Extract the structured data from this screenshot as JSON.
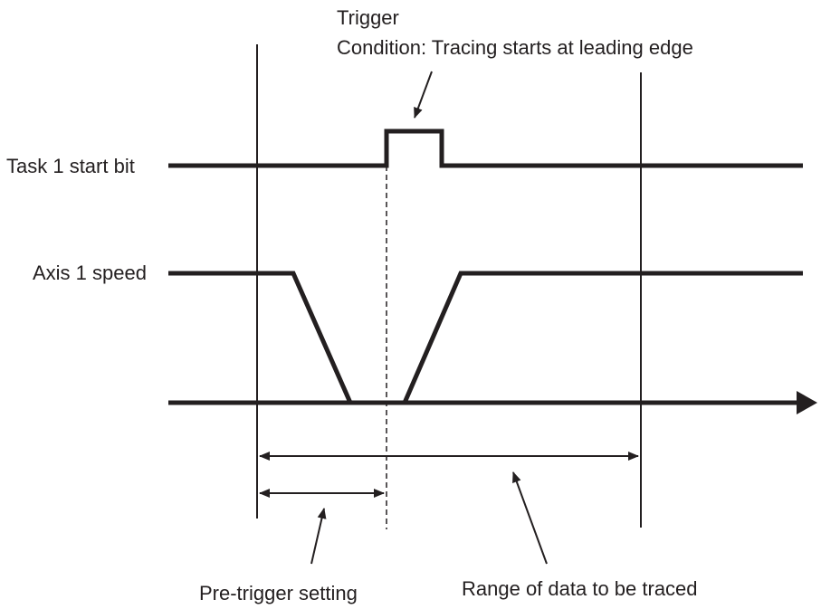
{
  "trigger": {
    "title": "Trigger",
    "condition": "Condition: Tracing starts at leading edge"
  },
  "signals": {
    "task_start_bit": "Task 1 start bit",
    "axis_speed": "Axis 1 speed"
  },
  "ranges": {
    "pre_trigger": "Pre-trigger setting",
    "trace_range": "Range of data to be traced"
  },
  "colors": {
    "ink": "#231f20",
    "background": "#ffffff"
  }
}
